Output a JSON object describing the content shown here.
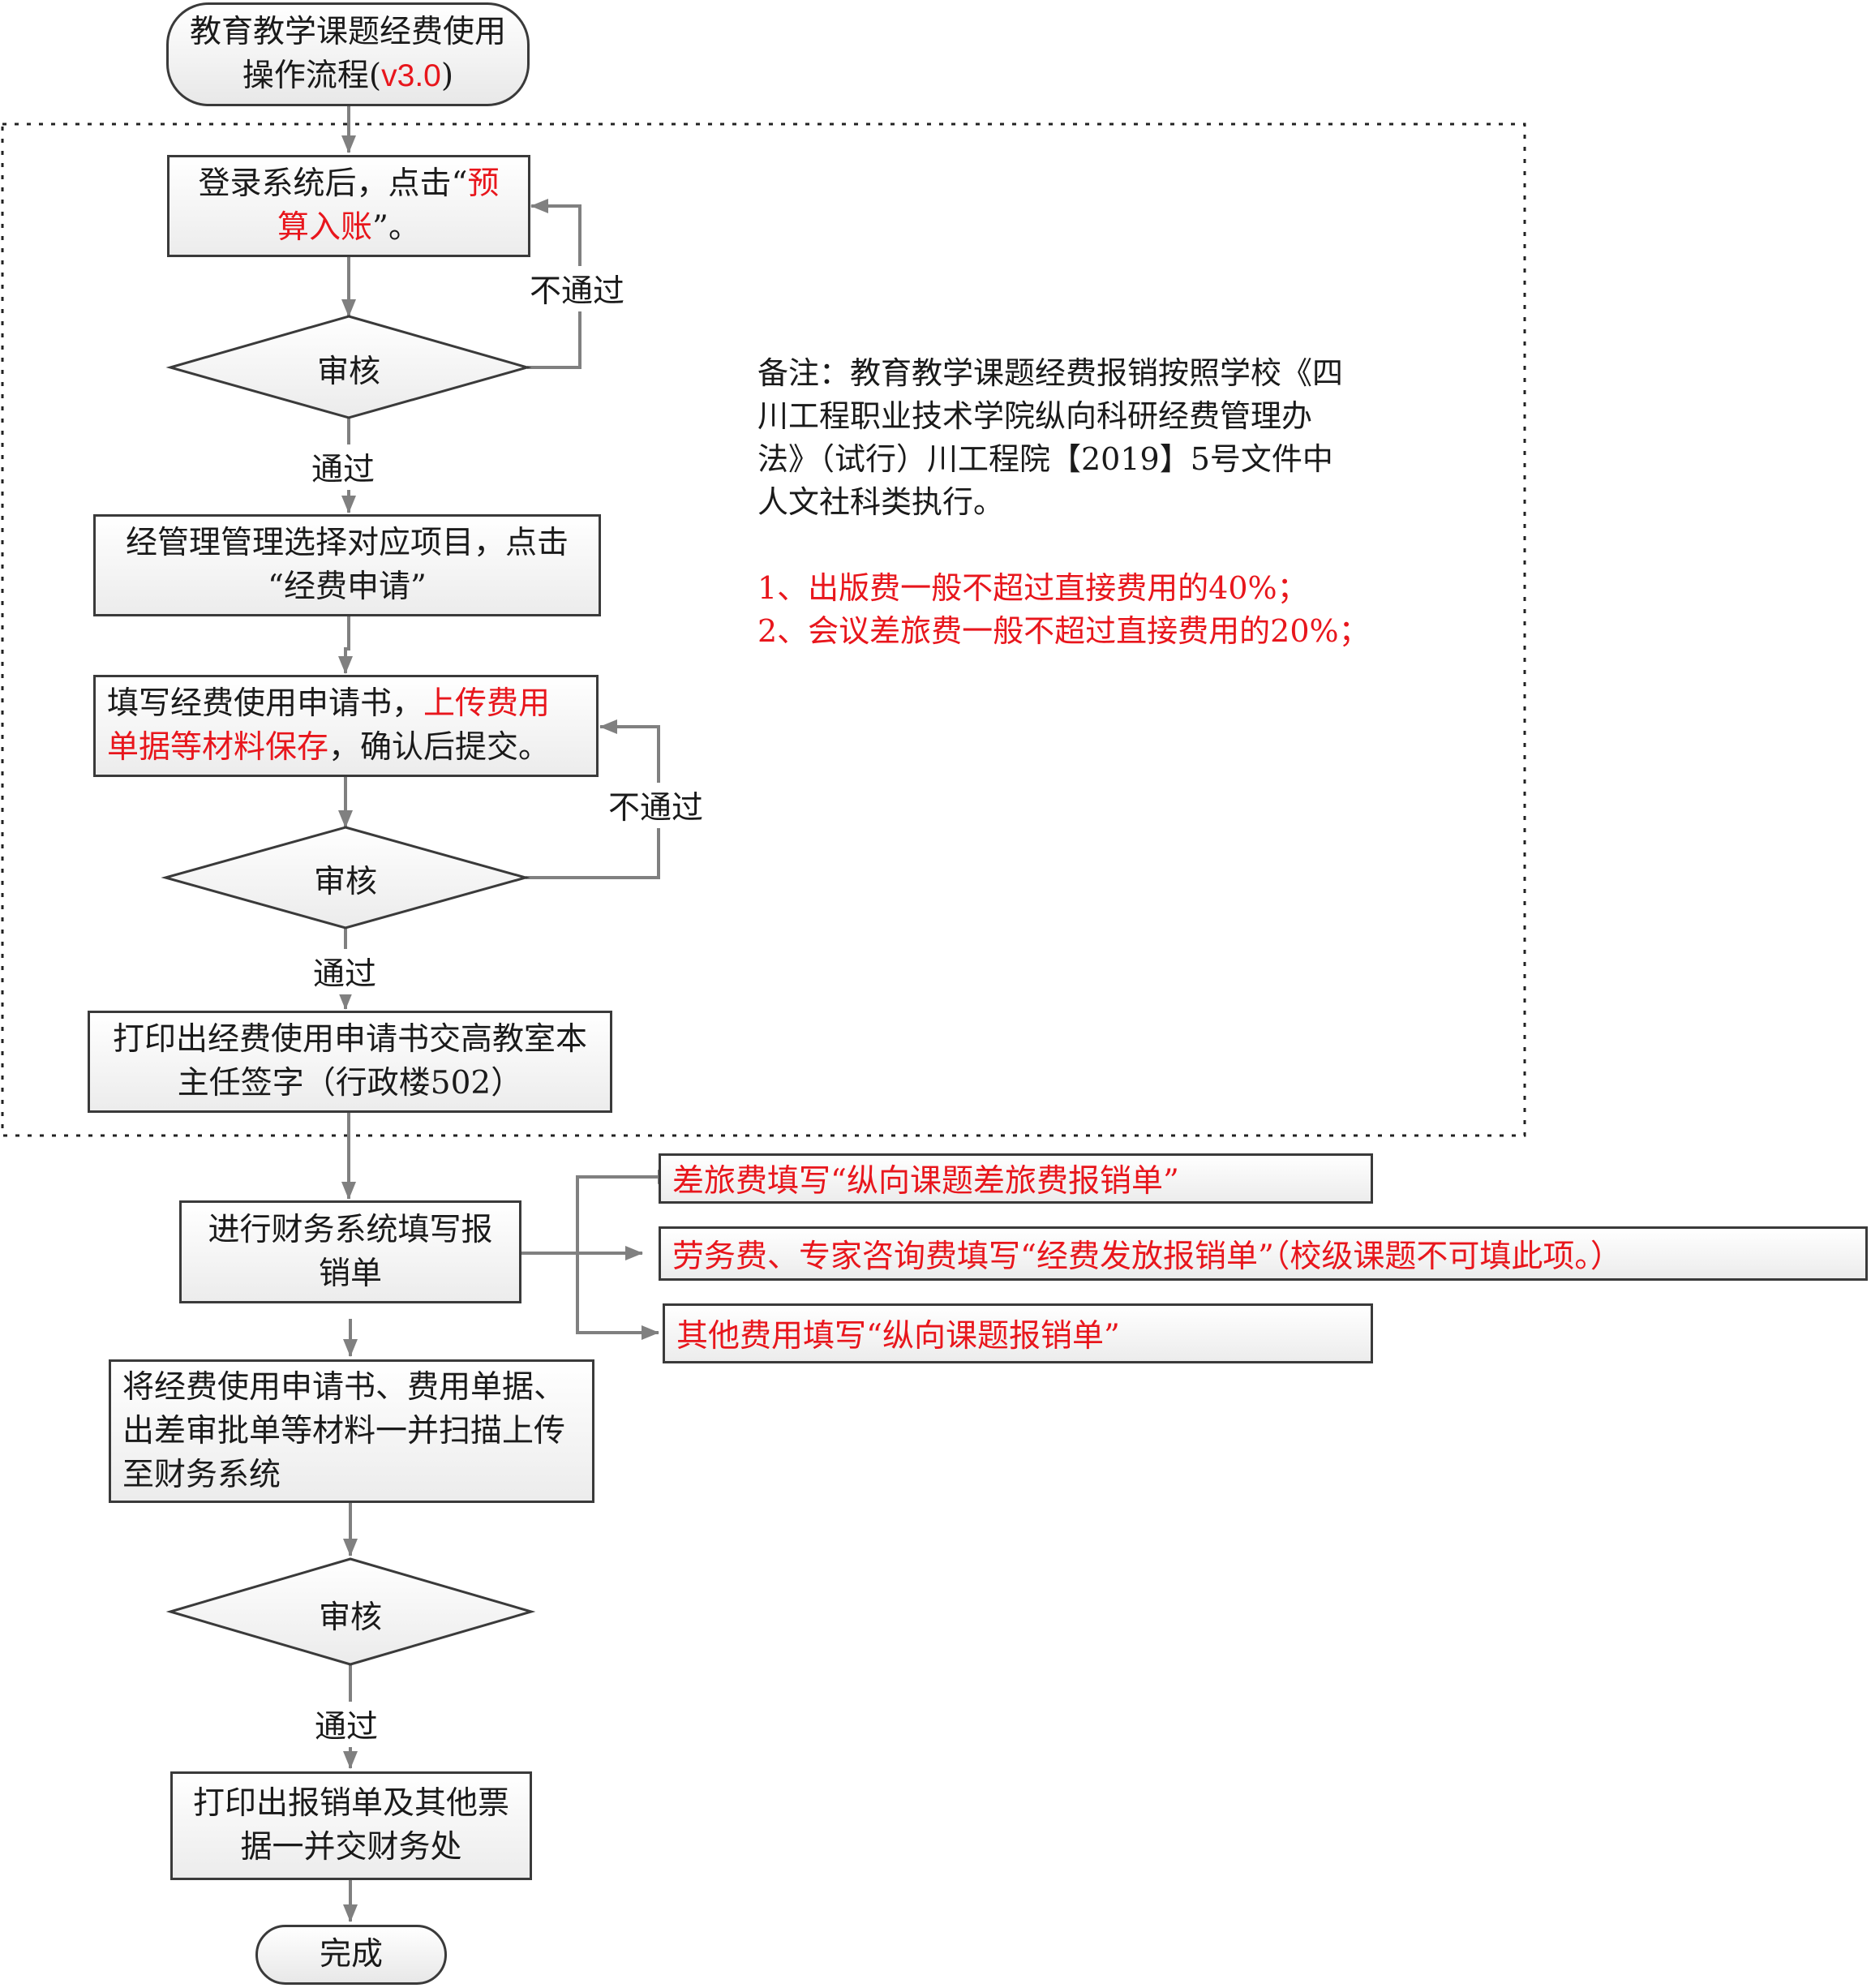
{
  "start": {
    "line1": "教育教学课题经费使用",
    "line2_prefix": "操作流程(",
    "version": "v3.0",
    "line2_suffix": ")"
  },
  "step1": {
    "line1_prefix": "登录系统后，点击“",
    "line1_red": "预",
    "line2_red": "算入账",
    "line2_suffix": "”。"
  },
  "review1": {
    "label": "审核",
    "fail": "不通过",
    "pass": "通过"
  },
  "step2": {
    "line1": "经管理管理选择对应项目，点击",
    "line2": "“经费申请”"
  },
  "step3": {
    "line1_prefix": "填写经费使用申请书，",
    "line1_red": "上传费用",
    "line2_red": "单据等材料保存",
    "line2_suffix": "，确认后提交。"
  },
  "review2": {
    "label": "审核",
    "fail": "不通过",
    "pass": "通过"
  },
  "step4": {
    "line1": "打印出经费使用申请书交高教室本",
    "line2": "主任签字（行政楼502）"
  },
  "step5": {
    "line1": "进行财务系统填写报",
    "line2": "销单"
  },
  "branches": [
    "差旅费填写“纵向课题差旅费报销单”",
    "劳务费、专家咨询费填写“经费发放报销单”（校级课题不可填此项。）",
    "其他费用填写“纵向课题报销单”"
  ],
  "step6": {
    "line1": "将经费使用申请书、费用单据、",
    "line2": "出差审批单等材料一并扫描上传",
    "line3": "至财务系统"
  },
  "review3": {
    "label": "审核",
    "pass": "通过"
  },
  "step7": {
    "line1": "打印出报销单及其他票",
    "line2": "据一并交财务处"
  },
  "end": {
    "label": "完成"
  },
  "remark": {
    "line1": "备注：教育教学课题经费报销按照学校《四",
    "line2": "川工程职业技术学院纵向科研经费管理办",
    "line3": "法》（试行）川工程院【2019】5号文件中",
    "line4": "人文社科类执行。",
    "rule1": "1、出版费一般不超过直接费用的40%；",
    "rule2": "2、会议差旅费一般不超过直接费用的20%；"
  },
  "colors": {
    "accent_red": "#e8161c",
    "line_gray": "#808080",
    "border": "#3a3a3a"
  }
}
